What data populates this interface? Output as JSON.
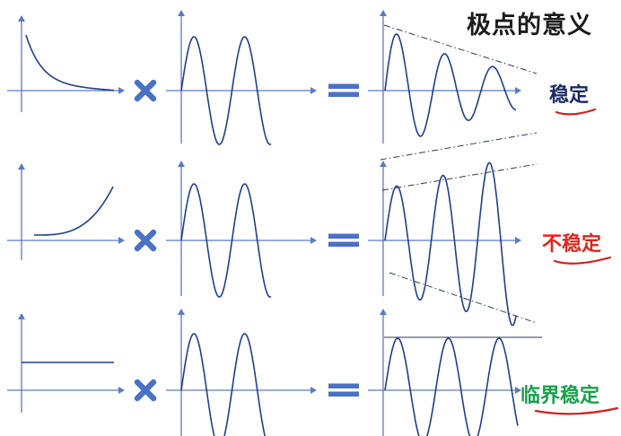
{
  "title": "极点的意义",
  "rows": [
    {
      "label": "稳定",
      "label_color": "#1a2a66",
      "envelope": "decaying"
    },
    {
      "label": "不稳定",
      "label_color": "#e0261c",
      "envelope": "growing"
    },
    {
      "label": "临界稳定",
      "label_color": "#17a14a",
      "envelope": "constant"
    }
  ],
  "colors": {
    "axis": "#5b7ac4",
    "curve": "#1f3f88",
    "operator": "#4a72c4",
    "underline": "#d21f1f"
  },
  "icons": {
    "multiply": "multiply-icon",
    "equals": "equals-icon"
  }
}
